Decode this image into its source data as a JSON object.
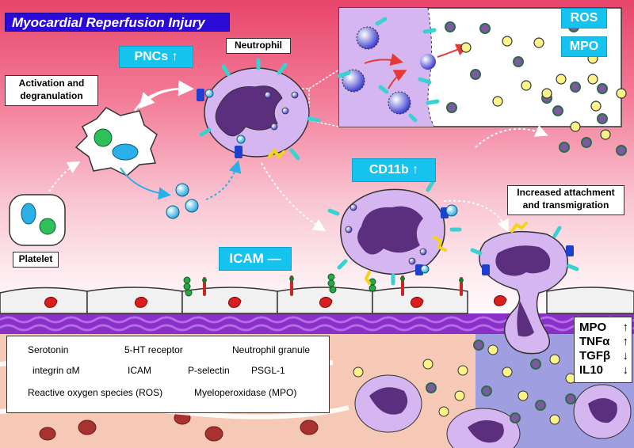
{
  "title": "Myocardial Reperfusion Injury",
  "labels": {
    "pncs": "PNCs ↑",
    "ros": "ROS",
    "mpo": "MPO",
    "cd11b": "CD11b ↑",
    "icam": "ICAM —",
    "neutrophil": "Neutrophil",
    "activation": "Activation and degranulation",
    "platelet": "Platelet",
    "attachment": "Increased attachment and transmigration"
  },
  "legend": {
    "serotonin": "Serotonin",
    "ht_receptor": "5-HT receptor",
    "granule": "Neutrophil granule",
    "integrin": "integrin αM",
    "icam": "ICAM",
    "pselectin": "P-selectin",
    "psgl": "PSGL-1",
    "ros": "Reactive oxygen species (ROS)",
    "mpo": "Myeloperoxidase (MPO)"
  },
  "effects": [
    {
      "name": "MPO",
      "arrow": "↑"
    },
    {
      "name": "TNFα",
      "arrow": "↑"
    },
    {
      "name": "TGFβ",
      "arrow": "↓"
    },
    {
      "name": "IL10",
      "arrow": "↓"
    }
  ],
  "colors": {
    "title_bg": "#2b0ad8",
    "label_bg": "#15c3ee",
    "cytoplasm": "#d5b6f0",
    "nucleus": "#5b2e7e",
    "integrin": "#38d3d0",
    "icam": "#c62828",
    "pselectin": "#27a745",
    "psgl": "#f2d519",
    "ros": "#7b5aa0",
    "mpo": "#fbf38a",
    "receptor": "#1e3fd0",
    "vessel": "#8b2fc9"
  },
  "icons": [
    "serotonin-icon",
    "receptor-icon",
    "granule-icon",
    "integrin-icon",
    "icam-icon",
    "pselectin-icon",
    "psgl-icon",
    "ros-icon",
    "mpo-icon"
  ]
}
